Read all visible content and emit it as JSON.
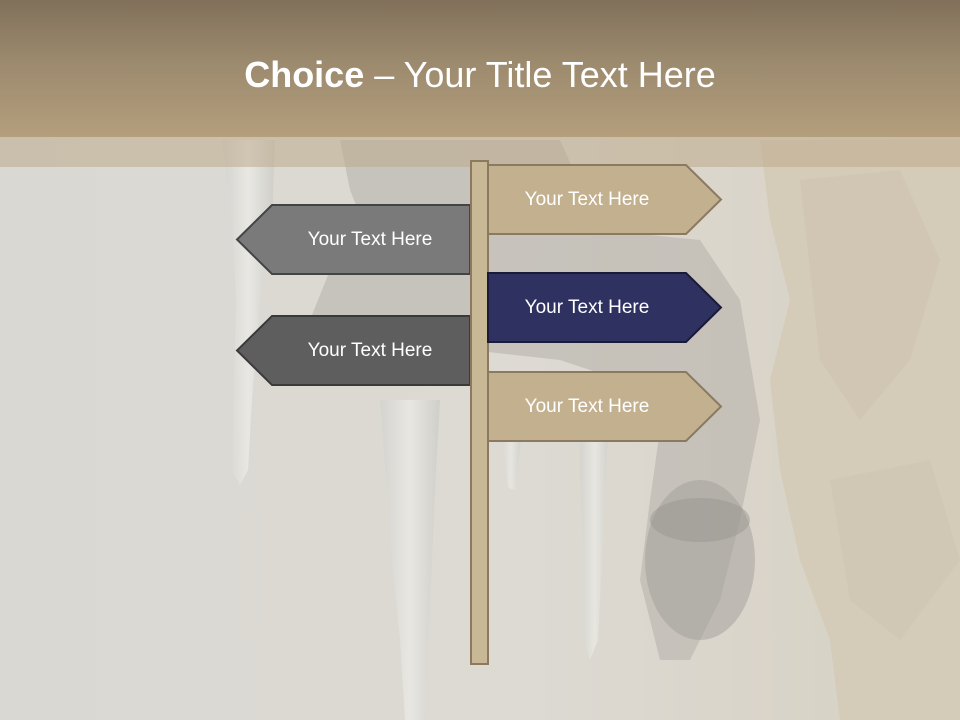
{
  "title": {
    "emphasis": "Choice",
    "separator": " – ",
    "rest": "Your Title Text Here"
  },
  "signs": {
    "right_1": "Your Text Here",
    "left_1": "Your Text Here",
    "right_2": "Your Text Here",
    "left_2": "Your Text Here",
    "right_3": "Your Text Here"
  },
  "colors": {
    "title_band": "#9c8a6e",
    "sign_tan": "#c2b08f",
    "sign_tan_text": "#ffffff",
    "sign_navy": "#2f3161",
    "sign_navy_text": "#ffffff",
    "sign_gray": "#7a7a7a",
    "sign_dark_gray": "#5e5e5e",
    "post": "#c9b896"
  }
}
